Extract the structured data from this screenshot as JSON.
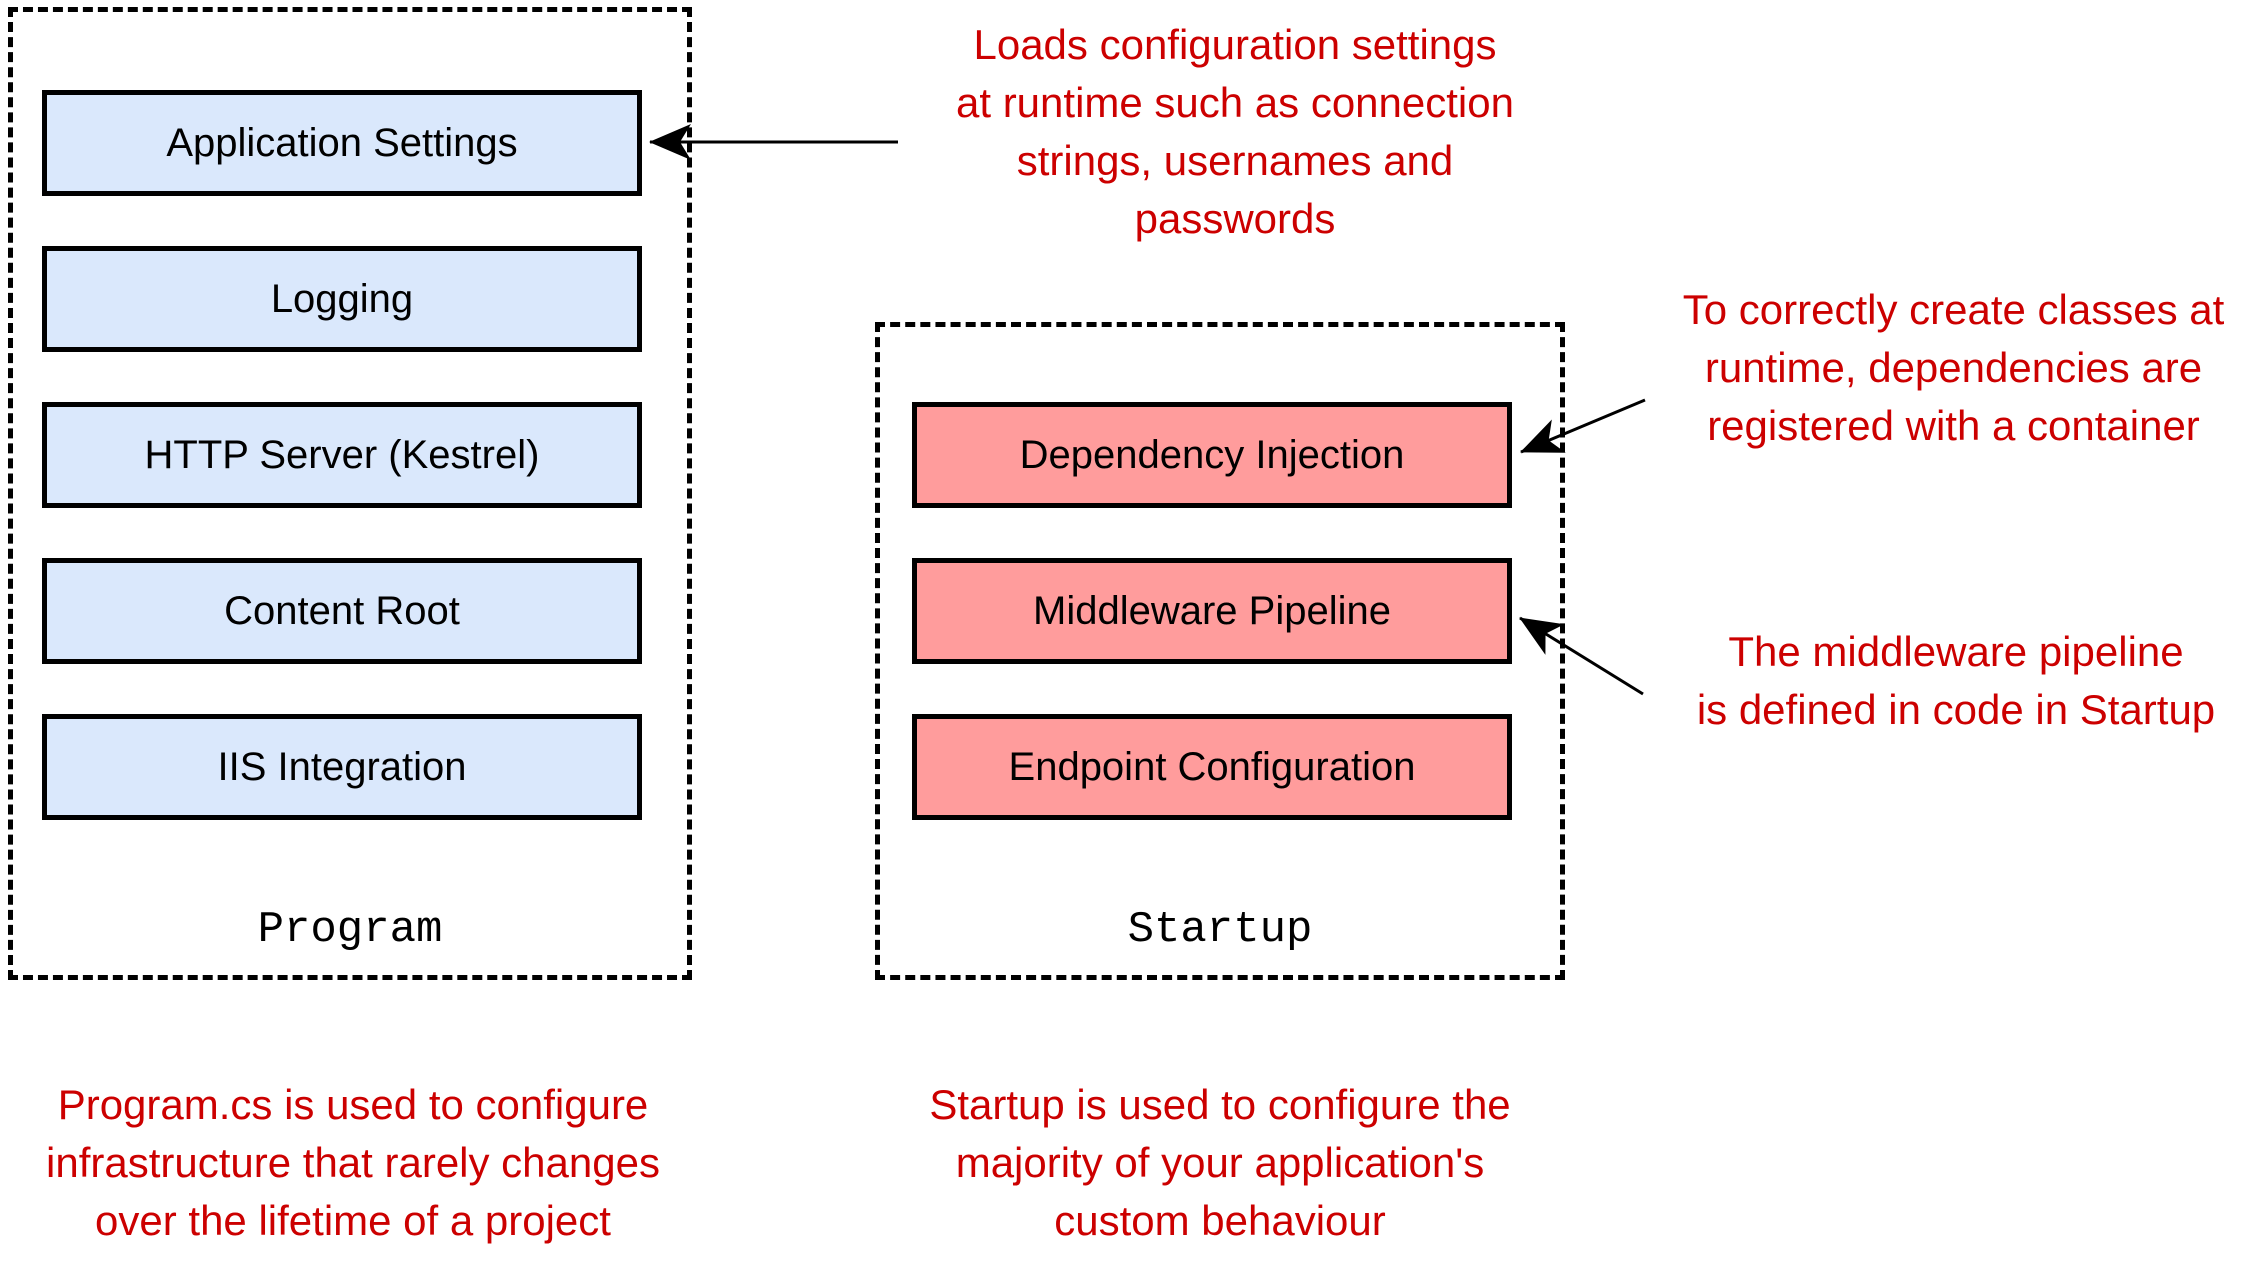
{
  "program_panel": {
    "label": "Program",
    "boxes": [
      {
        "label": "Application Settings"
      },
      {
        "label": "Logging"
      },
      {
        "label": "HTTP Server (Kestrel)"
      },
      {
        "label": "Content Root"
      },
      {
        "label": "IIS Integration"
      }
    ]
  },
  "startup_panel": {
    "label": "Startup",
    "boxes": [
      {
        "label": "Dependency Injection"
      },
      {
        "label": "Middleware Pipeline"
      },
      {
        "label": "Endpoint Configuration"
      }
    ]
  },
  "annotations": {
    "config": "Loads configuration settings\nat runtime such as connection\nstrings, usernames and\npasswords",
    "dependency_injection": "To correctly create classes at\nruntime, dependencies are\nregistered with a container",
    "middleware": "The middleware pipeline\nis defined in code in Startup",
    "program": "Program.cs is used to configure\ninfrastructure that rarely changes\nover the lifetime of a project",
    "startup": "Startup is used to configure the\nmajority of your application's\ncustom behaviour"
  },
  "colors": {
    "program_box_fill": "#dae8fc",
    "startup_box_fill": "#ff9c9c",
    "annotation_text": "#cc0000",
    "stroke": "#000000"
  }
}
